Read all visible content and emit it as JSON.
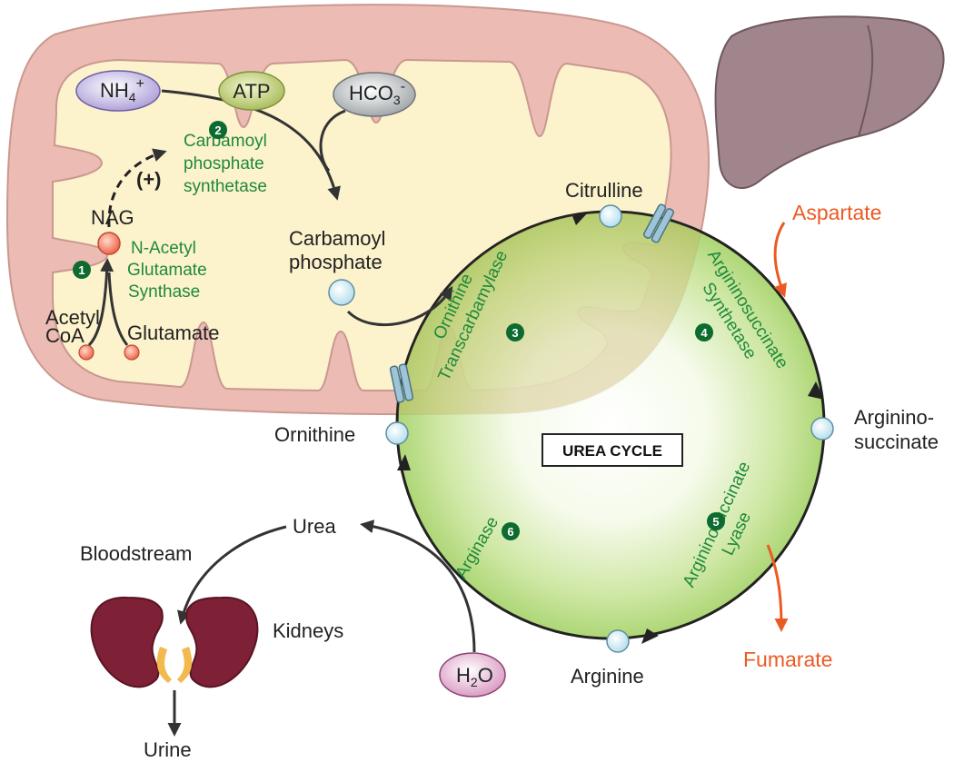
{
  "title": "UREA CYCLE",
  "molecules": {
    "nh4_main": "NH",
    "nh4_sub": "4",
    "nh4_sup": "+",
    "atp": "ATP",
    "hco3_main": "HCO",
    "hco3_sub": "3",
    "hco3_sup": "-",
    "nag": "NAG",
    "acetyl_coa_line1": "Acetyl",
    "acetyl_coa_line2": "CoA",
    "glutamate": "Glutamate",
    "carbamoyl_phosphate_line1": "Carbamoyl",
    "carbamoyl_phosphate_line2": "phosphate",
    "citrulline": "Citrulline",
    "aspartate": "Aspartate",
    "argininosuccinate_line1": "Arginino-",
    "argininosuccinate_line2": "succinate",
    "fumarate": "Fumarate",
    "arginine": "Arginine",
    "ornithine": "Ornithine",
    "urea": "Urea",
    "h2o_main": "H",
    "h2o_sub": "2",
    "h2o_end": "O"
  },
  "regulation": "(+)",
  "enzymes": {
    "cps_line1": "Carbamoyl",
    "cps_line2": "phosphate",
    "cps_line3": "synthetase",
    "nags_line1": "N-Acetyl",
    "nags_line2": "Glutamate",
    "nags_line3": "Synthase",
    "otc_line1": "Ornithine",
    "otc_line2": "Transcarbamylase",
    "ass_line1": "Argininosuccinate",
    "ass_line2": "Synthetase",
    "asl_line1": "Argininosuccinate",
    "asl_line2": "Lyase",
    "arginase": "Arginase"
  },
  "steps": [
    "1",
    "2",
    "3",
    "4",
    "5",
    "6"
  ],
  "locations": {
    "bloodstream": "Bloodstream",
    "kidneys": "Kidneys",
    "urine": "Urine"
  },
  "colors": {
    "mito_outer": "#ecbcb4",
    "mito_inner": "#fcf2cc",
    "cycle_green": "#a8d468",
    "enzyme_text": "#1f8a3a",
    "step_badge": "#0e6b2f",
    "orange_arrow": "#ec5a24",
    "liver": "#a1858c",
    "kidney": "#7e2036"
  },
  "icons": [
    "liver-icon",
    "kidney-icon",
    "transporter-channel-icon"
  ]
}
